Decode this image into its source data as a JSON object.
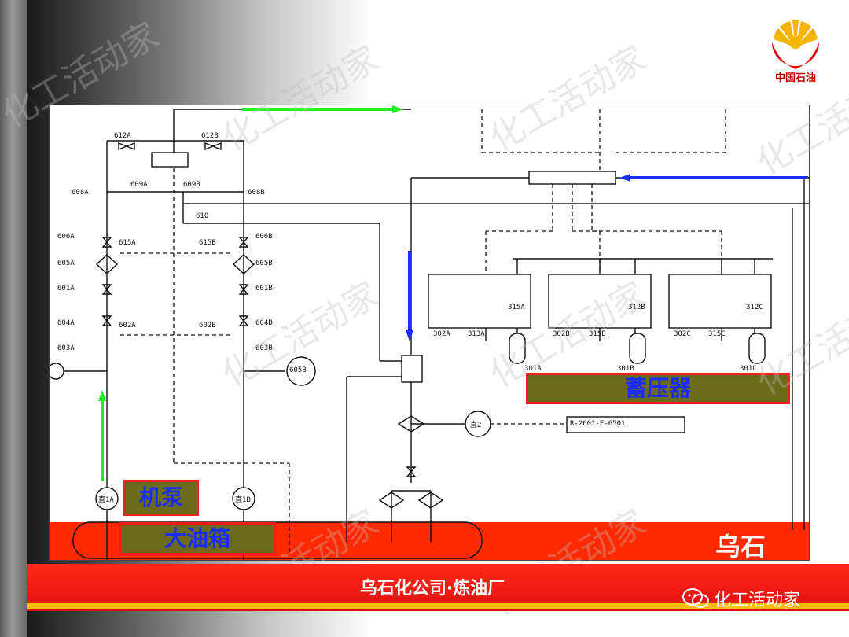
{
  "logo": {
    "name": "中国石油"
  },
  "watermark": "化工活动家",
  "diagram": {
    "valve_labels": [
      "612A",
      "612B",
      "609A",
      "609B",
      "608A",
      "608B",
      "610",
      "606A",
      "606B",
      "615A",
      "615B",
      "605A",
      "605B",
      "601A",
      "601B",
      "603A",
      "603B",
      "602A",
      "602B",
      "604A",
      "604B",
      "605B",
      "302A",
      "313A",
      "315A",
      "302B",
      "315B",
      "312B",
      "302C",
      "315C",
      "312C",
      "301A",
      "301B",
      "301C",
      "直2",
      "直1A",
      "直1B",
      "R-2601-E-6501"
    ],
    "boxes": {
      "accumulator": "蓄压器",
      "pump": "机泵",
      "tank": "大油箱"
    },
    "bottom_word": "乌石"
  },
  "footer": {
    "title": "乌石化公司·炼油厂",
    "brand": "化工活动家"
  },
  "colors": {
    "accent_red": "#ff2a00",
    "footer_stripe": "#f7c200",
    "flow_green": "#22ee22",
    "flow_blue": "#1a2cff"
  }
}
